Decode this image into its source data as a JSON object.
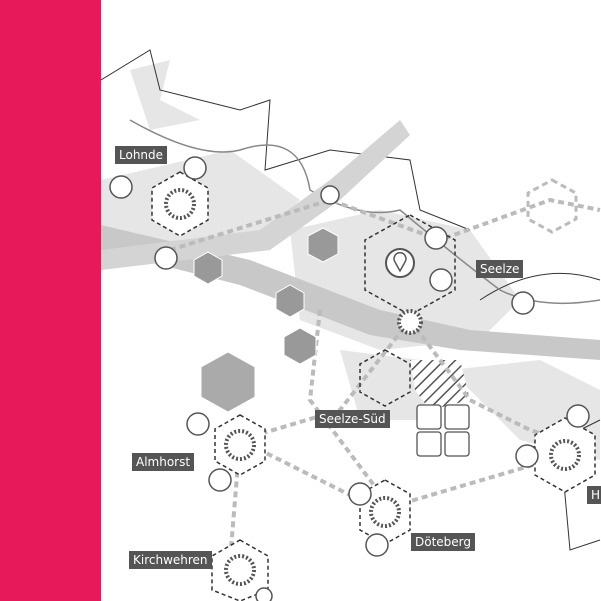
{
  "colors": {
    "accent": "#E8195A",
    "label_bg": "#555555",
    "band": "#c8c8c8"
  },
  "places": {
    "lohnde": "Lohnde",
    "seelze": "Seelze",
    "seelze_sued": "Seelze-Süd",
    "almhorst": "Almhorst",
    "doeteberg": "Döteberg",
    "kirchwehren": "Kirchwehren",
    "cut_off": "H"
  }
}
